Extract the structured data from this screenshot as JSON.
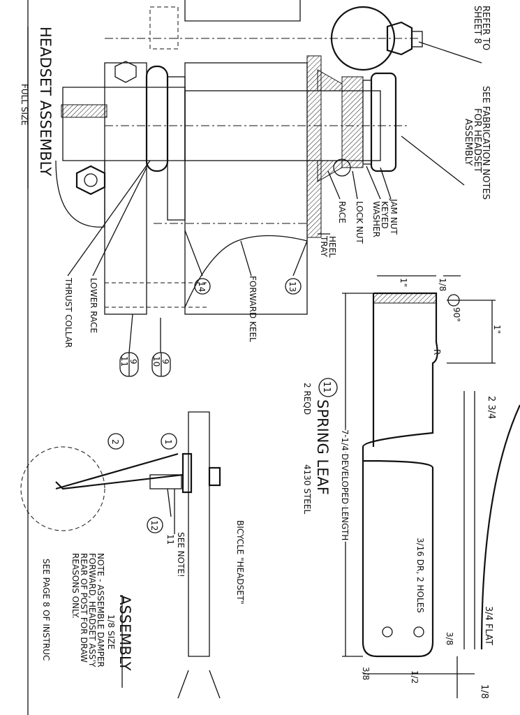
{
  "title": "HEADSET ASSEMBLY",
  "title_scale": "FULL SIZE",
  "callouts": {
    "refer_to_1": "REFER TO",
    "refer_to_2": "SHEET 8",
    "fab_notes_1": "SEE FABRICATION NOTES",
    "fab_notes_2": "FOR HEADSET",
    "fab_notes_3": "ASSEMBLY",
    "jam_nut": "JAM NUT",
    "keyed_1": "KEYED",
    "keyed_2": "WASHER",
    "lock_nut": "LOCK NUT",
    "race": "RACE",
    "heel_1": "HEEL",
    "heel_2": "TRAY",
    "forward_keel": "FORWARD KEEL",
    "lower_race": "LOWER RACE",
    "thrust_collar": "THRUST COLLAR"
  },
  "part_numbers": {
    "p13": "13",
    "p14": "14",
    "p9a": "9",
    "p10": "10",
    "p9b": "9",
    "p11": "11",
    "p1": "1",
    "p2": "2",
    "p12": "12"
  },
  "spring_leaf": {
    "number": "11",
    "title": "SPRING LEAF",
    "qty": "2 REQD",
    "material": "4130 STEEL",
    "length": "7 1/4 DEVELOPED LENGTH",
    "holes": "3/16 DR, 2 HOLES",
    "dims": {
      "one_a": "1\"",
      "eighth_a": "1/8",
      "angle": "90°",
      "one_b": "1\"",
      "radius": "R",
      "two_34": "2 3/4",
      "flat": "3/4 FLAT",
      "three_8a": "3/8",
      "half": "1/2",
      "three_8b": "3/8",
      "eighth_b": "1/8"
    }
  },
  "assembly": {
    "title": "ASSEMBLY",
    "scale": "1/8 SIZE",
    "bicycle": "BICYCLE \"HEADSET\"",
    "see_note": "SEE NOTE!",
    "part11": "11",
    "note_lines": [
      "NOTE - ASSEMBLE DAMPER",
      "FORWARD, HEADSET ASS'Y",
      "REAR OF POST FOR DRAW",
      "REASONS ONLY."
    ],
    "see_page": "SEE PAGE 8 OF INSTRUC"
  }
}
